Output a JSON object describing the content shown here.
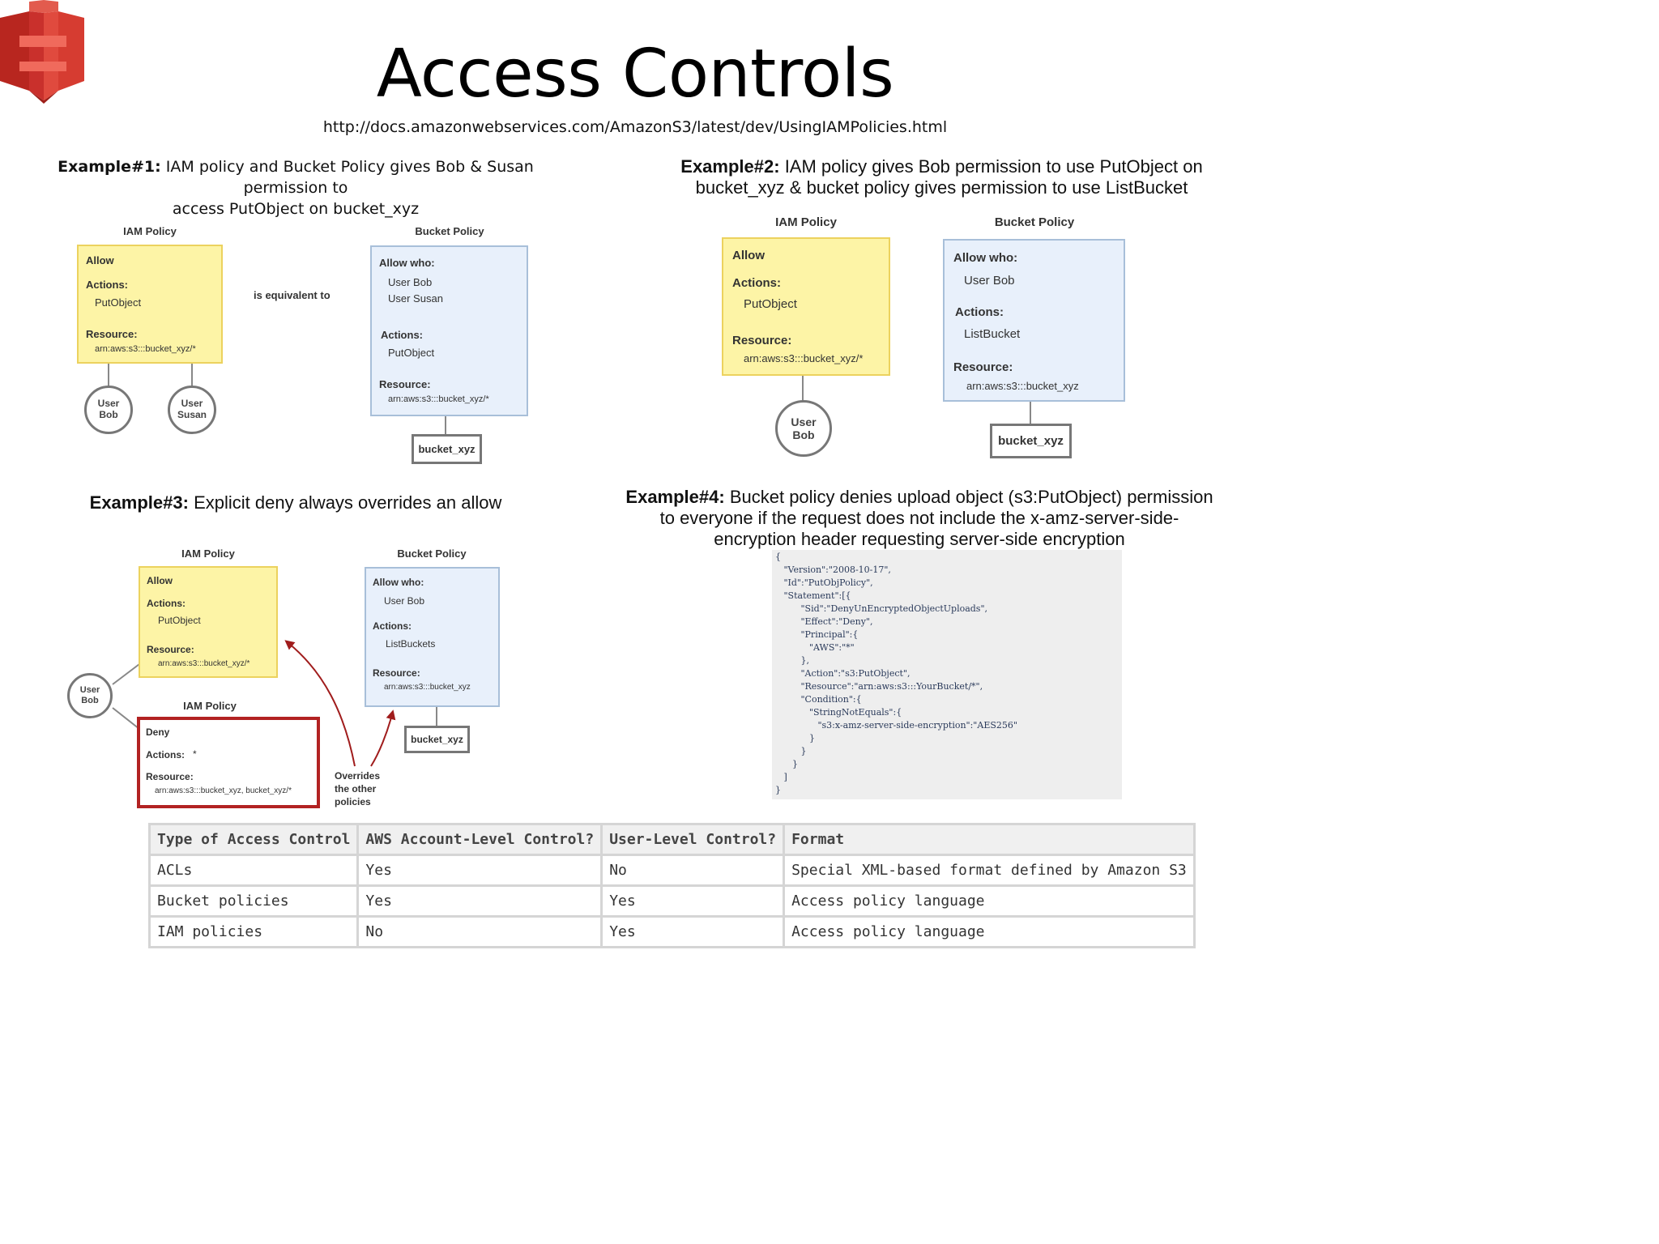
{
  "title": "Access Controls",
  "url": "http://docs.amazonwebservices.com/AmazonS3/latest/dev/UsingIAMPolicies.html",
  "colors": {
    "logo_red": "#c9302c",
    "iam_fill": "#fdf4a6",
    "bucket_fill": "#e8f0fb",
    "deny_border": "#b22222"
  },
  "examples": {
    "ex1": {
      "label": "Example#1:",
      "line1": "IAM policy and Bucket Policy gives Bob & Susan permission to",
      "line2": "access PutObject on bucket_xyz",
      "iam_title": "IAM Policy",
      "iam": {
        "allow": "Allow",
        "actions_label": "Actions:",
        "actions": "PutObject",
        "resource_label": "Resource:",
        "resource": "arn:aws:s3:::bucket_xyz/*"
      },
      "equiv": "is equivalent to",
      "users": [
        {
          "l1": "User",
          "l2": "Bob"
        },
        {
          "l1": "User",
          "l2": "Susan"
        }
      ],
      "bucket_title": "Bucket Policy",
      "bp": {
        "allow_label": "Allow who:",
        "who1": "User Bob",
        "who2": "User Susan",
        "actions_label": "Actions:",
        "actions": "PutObject",
        "resource_label": "Resource:",
        "resource": "arn:aws:s3:::bucket_xyz/*"
      },
      "bucket": "bucket_xyz"
    },
    "ex2": {
      "label": "Example#2:",
      "line1": "IAM policy gives Bob permission to use PutObject on",
      "line2": "bucket_xyz & bucket policy gives permission to use ListBucket",
      "iam_title": "IAM Policy",
      "iam": {
        "allow": "Allow",
        "actions_label": "Actions:",
        "actions": "PutObject",
        "resource_label": "Resource:",
        "resource": "arn:aws:s3:::bucket_xyz/*"
      },
      "user": {
        "l1": "User",
        "l2": "Bob"
      },
      "bucket_title": "Bucket Policy",
      "bp": {
        "allow_label": "Allow who:",
        "who1": "User Bob",
        "actions_label": "Actions:",
        "actions": "ListBucket",
        "resource_label": "Resource:",
        "resource": "arn:aws:s3:::bucket_xyz"
      },
      "bucket": "bucket_xyz"
    },
    "ex3": {
      "label": "Example#3:",
      "line1": "Explicit deny always overrides an allow",
      "iam_title": "IAM Policy",
      "iam": {
        "allow": "Allow",
        "actions_label": "Actions:",
        "actions": "PutObject",
        "resource_label": "Resource:",
        "resource": "arn:aws:s3:::bucket_xyz/*"
      },
      "user": {
        "l1": "User",
        "l2": "Bob"
      },
      "deny_title": "IAM Policy",
      "deny": {
        "deny": "Deny",
        "actions_label": "Actions:",
        "actions": "*",
        "resource_label": "Resource:",
        "resource": "arn:aws:s3:::bucket_xyz, bucket_xyz/*"
      },
      "overrides": [
        "Overrides",
        "the other",
        "policies"
      ],
      "bucket_title": "Bucket Policy",
      "bp": {
        "allow_label": "Allow who:",
        "who1": "User Bob",
        "actions_label": "Actions:",
        "actions": "ListBuckets",
        "resource_label": "Resource:",
        "resource": "arn:aws:s3:::bucket_xyz"
      },
      "bucket": "bucket_xyz"
    },
    "ex4": {
      "label": "Example#4:",
      "line1": "Bucket policy denies upload object (s3:PutObject) permission",
      "line2": "to everyone if the request does not include the x-amz-server-side-",
      "line3": "encryption header requesting server-side encryption",
      "code": [
        "{",
        "   \"Version\":\"2008-10-17\",",
        "   \"Id\":\"PutObjPolicy\",",
        "   \"Statement\":[{",
        "         \"Sid\":\"DenyUnEncryptedObjectUploads\",",
        "         \"Effect\":\"Deny\",",
        "         \"Principal\":{",
        "            \"AWS\":\"*\"",
        "         },",
        "         \"Action\":\"s3:PutObject\",",
        "         \"Resource\":\"arn:aws:s3:::YourBucket/*\",",
        "         \"Condition\":{",
        "            \"StringNotEquals\":{",
        "               \"s3:x-amz-server-side-encryption\":\"AES256\"",
        "            }",
        "         }",
        "      }",
        "   ]",
        "}"
      ]
    }
  },
  "table": {
    "headers": [
      "Type of Access Control",
      "AWS Account-Level Control?",
      "User-Level Control?",
      "Format"
    ],
    "rows": [
      [
        "ACLs",
        "Yes",
        "No",
        "Special XML-based format defined by Amazon S3"
      ],
      [
        "Bucket policies",
        "Yes",
        "Yes",
        "Access policy language"
      ],
      [
        "IAM policies",
        "No",
        "Yes",
        "Access policy language"
      ]
    ]
  }
}
